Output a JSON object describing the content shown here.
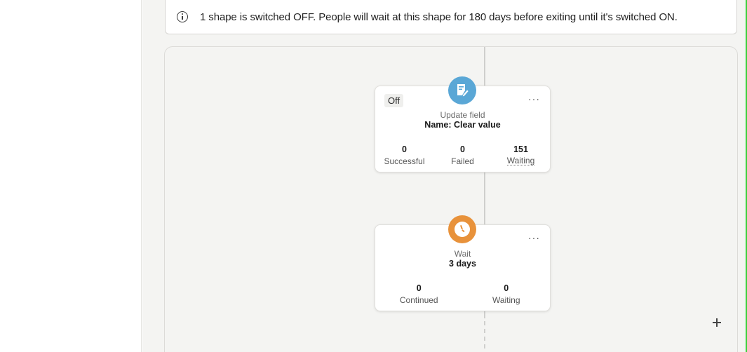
{
  "banner": {
    "icon": "info-icon",
    "text": "1 shape is switched OFF. People will wait at this shape for 180 days before exiting until it's switched ON."
  },
  "nodes": [
    {
      "icon": "document-edit-icon",
      "icon_color": "#5aa7d6",
      "badge": "Off",
      "menu": "···",
      "type": "Update field",
      "title": "Name: Clear value",
      "stats": [
        {
          "value": "0",
          "label": "Successful"
        },
        {
          "value": "0",
          "label": "Failed"
        },
        {
          "value": "151",
          "label": "Waiting"
        }
      ]
    },
    {
      "icon": "clock-icon",
      "icon_color": "#e8923b",
      "menu": "···",
      "type": "Wait",
      "title": "3 days",
      "stats": [
        {
          "value": "0",
          "label": "Continued"
        },
        {
          "value": "0",
          "label": "Waiting"
        }
      ]
    }
  ],
  "canvas": {
    "add_button": "plus-icon"
  }
}
